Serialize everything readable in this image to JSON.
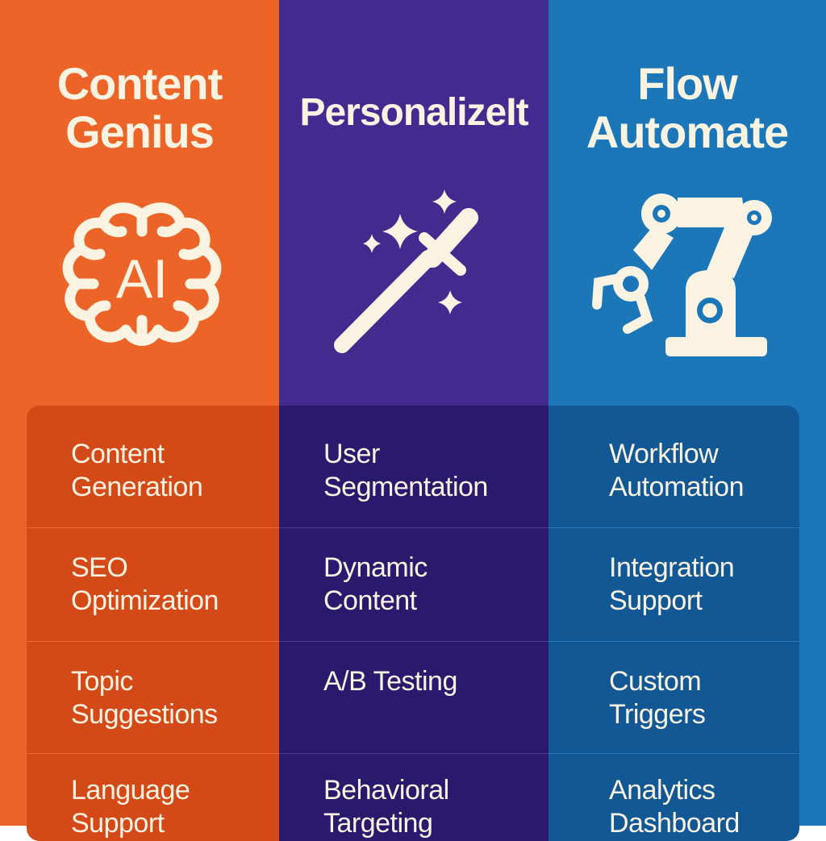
{
  "products": [
    {
      "name": "Content\nGenius",
      "icon": "brain-ai-icon",
      "colors": {
        "header": "#ec6428",
        "panel": "#d34a18"
      },
      "features": [
        "Content\nGeneration",
        "SEO\nOptimization",
        "Topic\nSuggestions",
        "Language\nSupport"
      ]
    },
    {
      "name": "PersonalizeIt",
      "icon": "magic-wand-icon",
      "colors": {
        "header": "#432a8f",
        "panel": "#2a1a6d"
      },
      "features": [
        "User\nSegmentation",
        "Dynamic\nContent",
        "A/B Testing",
        "Behavioral\nTargeting"
      ]
    },
    {
      "name": "Flow\nAutomate",
      "icon": "robotic-arm-icon",
      "colors": {
        "header": "#1c77b9",
        "panel": "#115895"
      },
      "features": [
        "Workflow\nAutomation",
        "Integration\nSupport",
        "Custom\nTriggers",
        "Analytics\nDashboard"
      ]
    }
  ],
  "icon_glyphs": {
    "brain_label": "AI"
  },
  "text_color": "#fbf3e2"
}
